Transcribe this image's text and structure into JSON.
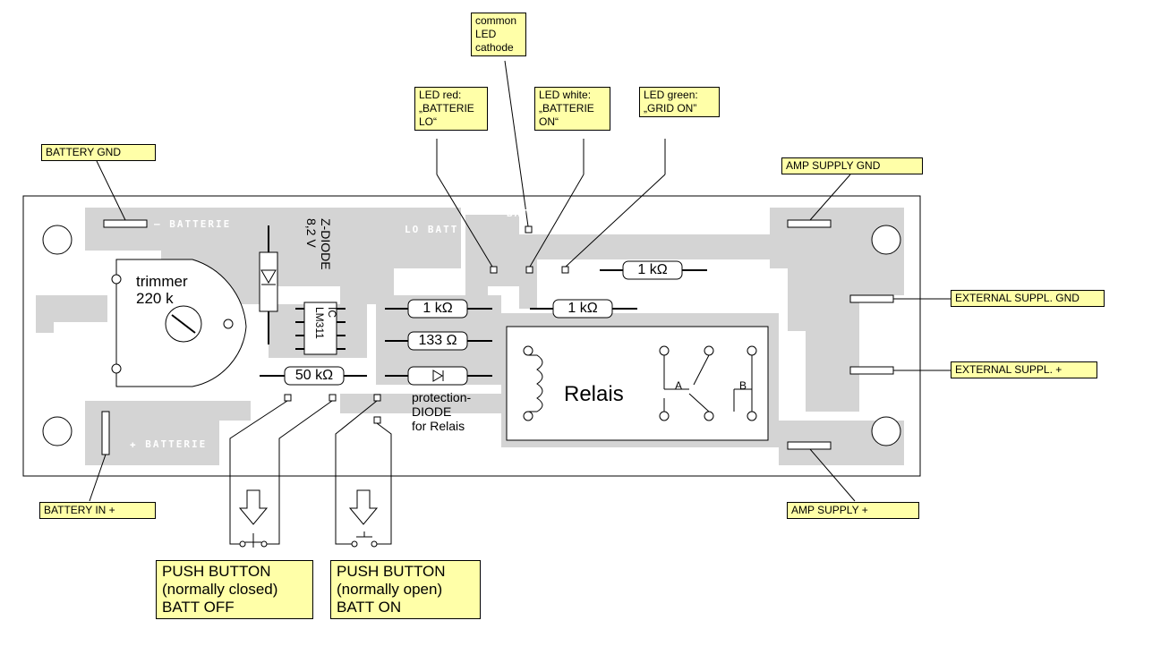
{
  "callouts": {
    "common_led_cathode": "common\nLED\ncathode",
    "led_red": "LED red:\n„BATTERIE\nLO“",
    "led_white": "LED white:\n„BATTERIE\nON“",
    "led_green": "LED green:\n„GRID ON”",
    "battery_gnd": "BATTERY GND",
    "amp_supply_gnd": "AMP SUPPLY GND",
    "external_suppl_gnd": "EXTERNAL SUPPL. GND",
    "external_suppl_plus": "EXTERNAL SUPPL. +",
    "battery_in_plus": "BATTERY IN +",
    "amp_supply_plus": "AMP SUPPLY +",
    "push_nc": "PUSH BUTTON\n(normally closed)\nBATT OFF",
    "push_no": "PUSH BUTTON\n(normally open)\nBATT ON"
  },
  "components": {
    "trimmer": "trimmer\n220 k",
    "zdiode": "Z-DIODE\n8,2 V",
    "ic": "IC\nLM311",
    "r1": "1 kΩ",
    "r2": "1 kΩ",
    "r3": "1 kΩ",
    "r4": "133 Ω",
    "r5": "50 kΩ",
    "protection": "protection-\nDIODE\nfor Relais",
    "relais": "Relais",
    "contact_a": "A",
    "contact_b": "B"
  },
  "silkscreen": {
    "minus_batterie": "— BATTERIE",
    "plus_batterie": "✚ BATTERIE",
    "lo_batt": "LO BATT",
    "batt": "BATT",
    "box": "BOX",
    "out": "OUT"
  },
  "colors": {
    "callout_bg": "#ffffa8",
    "pcb_trace": "#d4d4d4",
    "board_bg": "#ffffff",
    "outline": "#000000"
  }
}
